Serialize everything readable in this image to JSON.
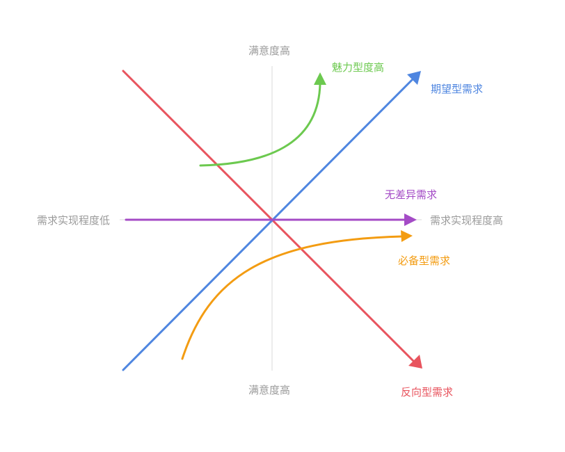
{
  "axes": {
    "top_label": "满意度高",
    "bottom_label": "满意度高",
    "left_label": "需求实现程度低",
    "right_label": "需求实现程度高"
  },
  "curves": {
    "attractive": {
      "label": "魅力型度高",
      "color": "#6cc94f"
    },
    "performance": {
      "label": "期望型需求",
      "color": "#4f86e0"
    },
    "indifferent": {
      "label": "无差异需求",
      "color": "#a44bc6"
    },
    "must_be": {
      "label": "必备型需求",
      "color": "#f39c12"
    },
    "reverse": {
      "label": "反向型需求",
      "color": "#e8545e"
    }
  },
  "colors": {
    "axis": "#d8d8d8",
    "axis_text": "#9a9a9a"
  }
}
